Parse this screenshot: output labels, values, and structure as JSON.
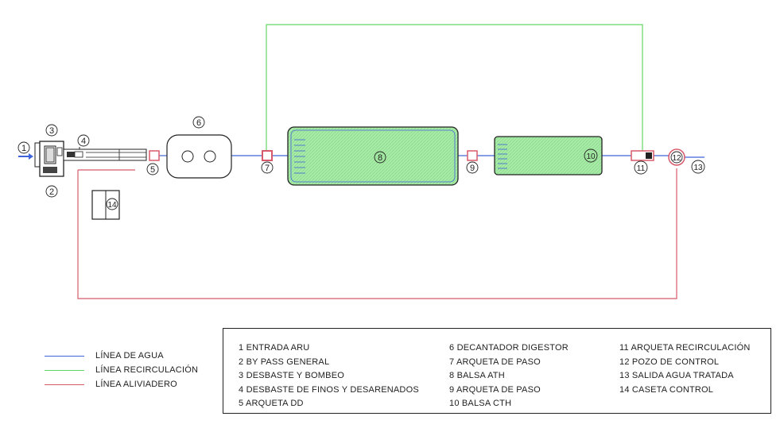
{
  "colors": {
    "water": "#3f63d8",
    "recirculation": "#64d664",
    "overflow": "#d85a6a",
    "tank_fill": "#9be59b"
  },
  "diagram_labels": [
    "1",
    "2",
    "3",
    "4",
    "5",
    "6",
    "7",
    "8",
    "9",
    "10",
    "11",
    "12",
    "13",
    "14"
  ],
  "line_legend": [
    {
      "label": "LÍNEA DE AGUA",
      "color": "#3f63d8"
    },
    {
      "label": "LÍNEA RECIRCULACIÓN",
      "color": "#64d664"
    },
    {
      "label": "LÍNEA ALIVIADERO",
      "color": "#d85a6a"
    }
  ],
  "key": {
    "col1": [
      "1 ENTRADA ARU",
      "2 BY PASS GENERAL",
      "3 DESBASTE Y BOMBEO",
      "4 DESBASTE DE FINOS Y DESARENADOS",
      "5 ARQUETA DD"
    ],
    "col2": [
      "6 DECANTADOR DIGESTOR",
      "7 ARQUETA DE PASO",
      "8 BALSA ATH",
      "9 ARQUETA DE PASO",
      "10 BALSA CTH"
    ],
    "col3": [
      "11 ARQUETA RECIRCULACIÓN",
      "12 POZO DE CONTROL",
      "13 SALIDA AGUA TRATADA",
      "14 CASETA CONTROL"
    ]
  }
}
